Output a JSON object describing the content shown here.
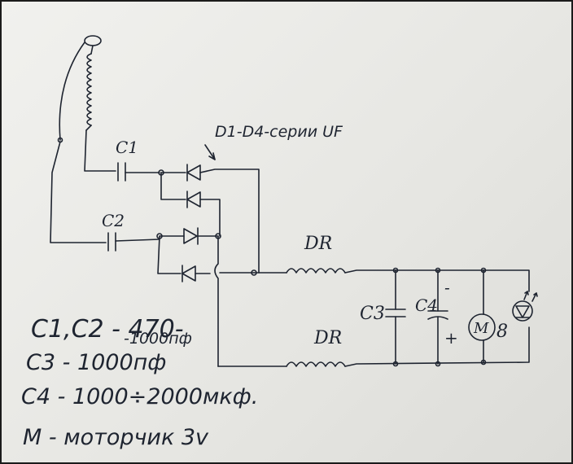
{
  "labels": {
    "d1_d4": "D1-D4-серии UF",
    "c1": "C1",
    "c2": "C2",
    "dr_top": "DR",
    "dr_bottom": "DR",
    "c3": "C3",
    "c4": "C4",
    "c4_minus": "-",
    "c4_plus": "+",
    "motor": "M",
    "motor_label": "8"
  },
  "notes": {
    "line1": "C1,C2 - 470-",
    "line1b": "-1000пф",
    "line2": "C3 - 1000пф",
    "line3": "C4 - 1000÷2000мкф.",
    "line4": "M - моторчик 3v"
  }
}
